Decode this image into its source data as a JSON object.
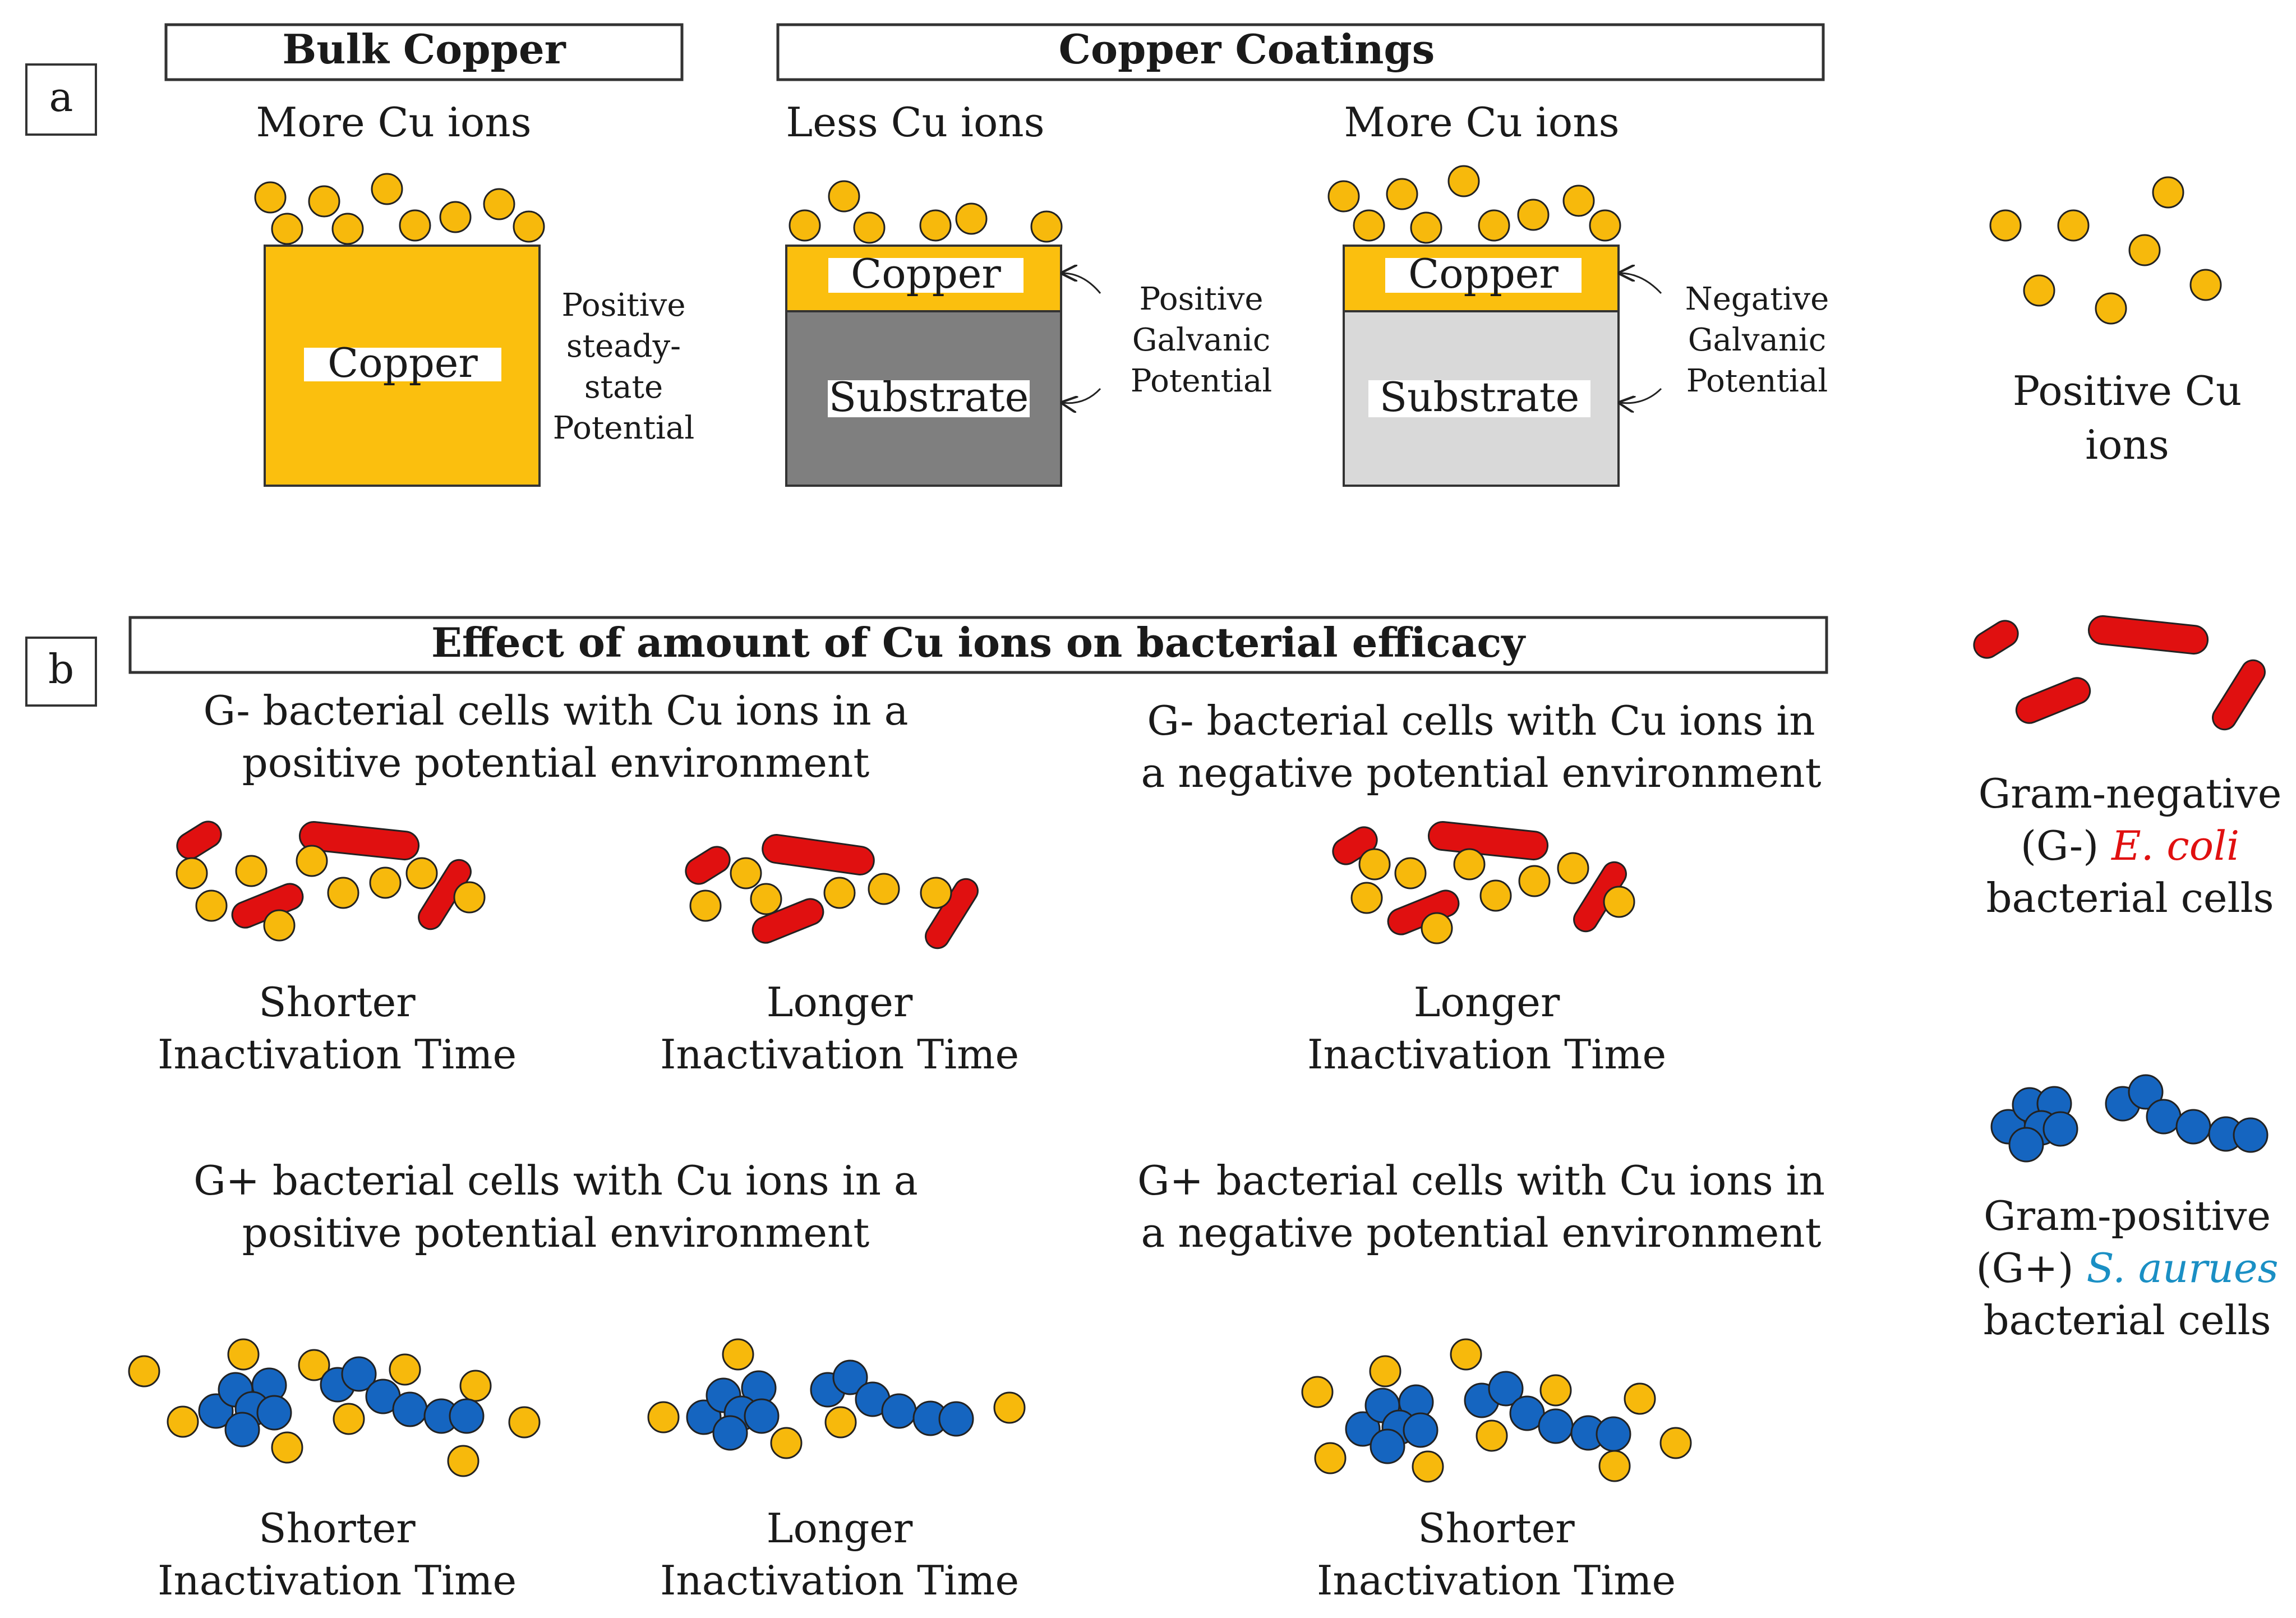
{
  "panel_labels": {
    "a": "a",
    "b": "b"
  },
  "section_a": {
    "bulk_header": "Bulk Copper",
    "coatings_header": "Copper Coatings",
    "bulk": {
      "ions_label": "More Cu ions",
      "block_label": "Copper",
      "potential_lines": [
        "Positive",
        "steady-",
        "state",
        "Potential"
      ]
    },
    "coating_positive": {
      "ions_label": "Less Cu ions",
      "coating_label": "Copper",
      "substrate_label": "Substrate",
      "potential_lines": [
        "Positive",
        "Galvanic",
        "Potential"
      ]
    },
    "coating_negative": {
      "ions_label": "More Cu ions",
      "coating_label": "Copper",
      "substrate_label": "Substrate",
      "potential_lines": [
        "Negative",
        "Galvanic",
        "Potential"
      ]
    }
  },
  "legend": {
    "cu_ions_lines": [
      "Positive Cu",
      "ions"
    ],
    "gram_negative": {
      "line1": "Gram-negative",
      "line2_prefix": "(G-) ",
      "species": "E. coli",
      "line3": "bacterial cells"
    },
    "gram_positive": {
      "line1": "Gram-positive",
      "line2_prefix": "(G+) ",
      "species": "S. aurues",
      "line3": "bacterial cells"
    }
  },
  "section_b": {
    "header": "Effect of amount of Cu ions on bacterial efficacy",
    "gneg_positive_title": [
      "G- bacterial cells with Cu ions in a",
      "positive potential environment"
    ],
    "gneg_negative_title": [
      "G- bacterial cells with Cu ions in",
      "a negative potential environment"
    ],
    "gpos_positive_title": [
      "G+ bacterial cells with Cu ions in a",
      "positive potential environment"
    ],
    "gpos_negative_title": [
      "G+ bacterial cells with Cu ions in",
      "a negative potential environment"
    ],
    "outcomes": {
      "gneg_1": [
        "Shorter",
        "Inactivation Time"
      ],
      "gneg_2": [
        "Longer",
        "Inactivation Time"
      ],
      "gneg_3": [
        "Longer",
        "Inactivation Time"
      ],
      "gpos_1": [
        "Shorter",
        "Inactivation Time"
      ],
      "gpos_2": [
        "Longer",
        "Inactivation Time"
      ],
      "gpos_3": [
        "Shorter",
        "Inactivation Time"
      ]
    }
  },
  "colors": {
    "copper": "#fbbf0e",
    "cu_ion": "#f7b90c",
    "substrate_dark": "#7f7f7f",
    "substrate_light": "#d9d9d9",
    "gram_negative_red": "#e01010",
    "gram_positive_blue": "#1565c0",
    "s_aureus_label": "#1a8fc4"
  }
}
